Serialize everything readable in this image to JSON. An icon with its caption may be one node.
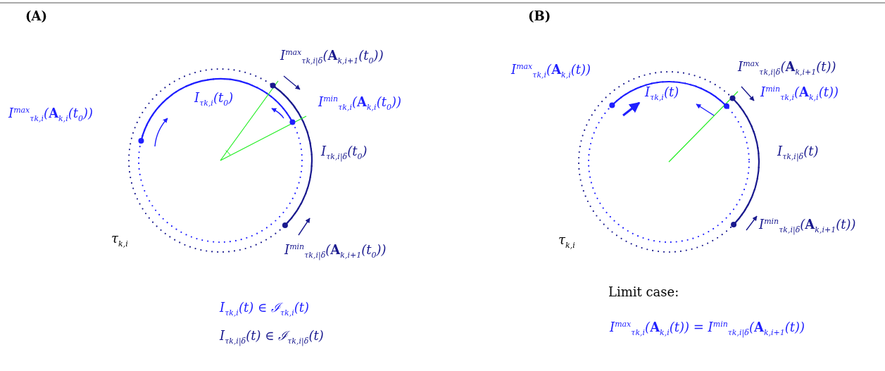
{
  "diagram": {
    "labels": [
      "(A)",
      "(B)",
      "I$^{max}$$_{τk,i|δ}$(**A**$_{k,i+1}$(t$_{0}$))",
      "I$_{τk,i}$(t$_{0}$)",
      "I$^{max}$$_{τk,i}$(**A**$_{k,i}$(t$_{0}$))",
      "I$^{min}$$_{τk,i}$(**A**$_{k,i}$(t$_{0}$))",
      "I$_{τk,i|δ}$(t$_{0}$)",
      "τ$_{k,i}$",
      "I$^{min}$$_{τk,i|δ}$(**A**$_{k,i+1}$(t$_{0}$))",
      "I$_{τk,i}$(t) ∈ ℐ$_{τk,i}$(t)",
      "I$_{τk,i|δ}$(t) ∈ ℐ$_{τk,i|δ}$(t)",
      "I$^{max}$$_{τk,i}$(**A**$_{k,i}$(t))",
      "I$^{max}$$_{τk,i|δ}$(**A**$_{k,i+1}$(t))",
      "I$_{τk,i}$(t)",
      "I$^{min}$$_{τk,i}$(**A**$_{k,i}$(t))",
      "I$_{τk,i|δ}$(t)",
      "τ$_{k,i}$",
      "I$^{min}$$_{τk,i|δ}$(**A**$_{k,i+1}$(t))",
      "Limit case:",
      "I$^{max}$$_{τk,i}$(**A**$_{k,i}$(t)) = I$^{min}$$_{τk,i|δ}$(**A**$_{k,i+1}$(t))"
    ]
  }
}
